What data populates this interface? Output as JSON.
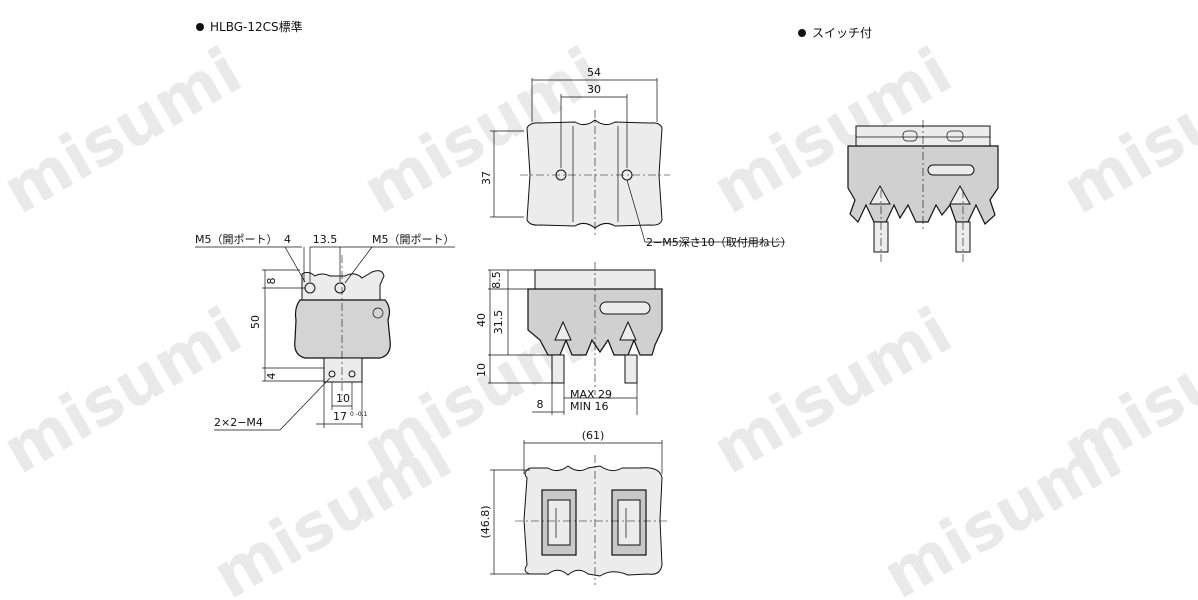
{
  "headers": {
    "standard": "HLBG-12CS標準",
    "switch": "スイッチ付"
  },
  "watermark": "misumi",
  "top_view": {
    "dim_width": "54",
    "dim_hole_pitch": "30",
    "dim_depth": "37",
    "callout_thread": "2−M5深さ10（取付用ねじ）"
  },
  "side_view": {
    "dim_port_left": "M5（開ポート）",
    "dim_4_left": "4",
    "dim_13_5": "13.5",
    "dim_port_right": "M5（開ポート）",
    "dim_8": "8",
    "dim_50": "50",
    "dim_4_bottom": "4",
    "dim_10": "10",
    "dim_17": "17",
    "dim_17_tol": "0\n-0.1",
    "callout_thread": "2×2−M4"
  },
  "front_view": {
    "dim_8_5": "8.5",
    "dim_40": "40",
    "dim_31_5": "31.5",
    "dim_10": "10",
    "dim_8": "8",
    "dim_max": "MAX 29",
    "dim_min": "MIN 16"
  },
  "bottom_view": {
    "dim_width": "(61)",
    "dim_depth": "(46.8)"
  }
}
